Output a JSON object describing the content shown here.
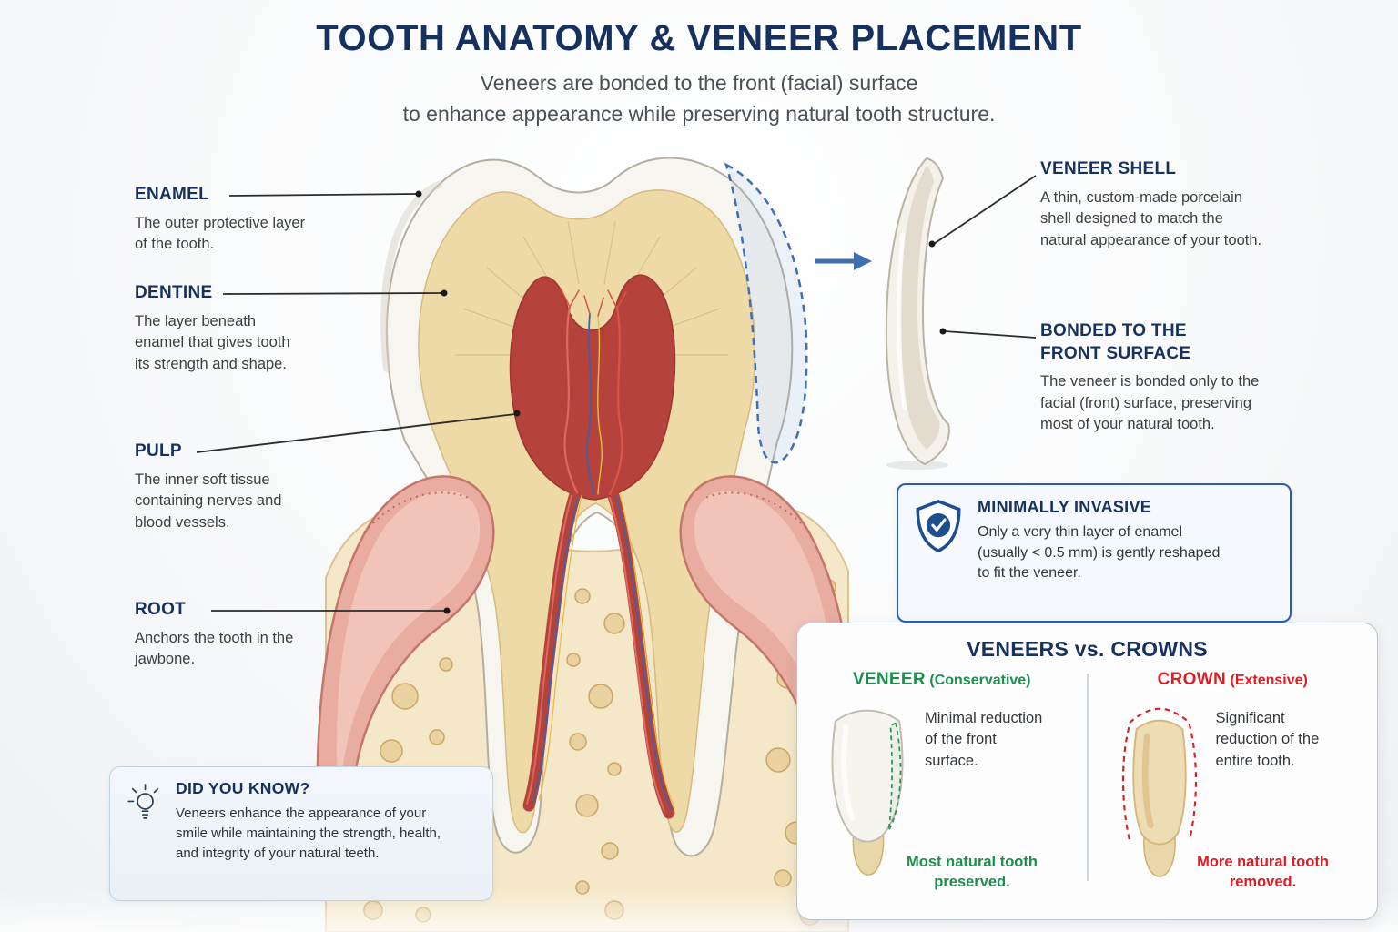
{
  "header": {
    "title": "TOOTH ANATOMY & VENEER PLACEMENT",
    "subtitle_line1": "Veneers are bonded to the front (facial) surface",
    "subtitle_line2": "to enhance appearance while preserving natural tooth structure."
  },
  "anatomy_labels": {
    "enamel": {
      "title": "ENAMEL",
      "body": "The outer protective layer of the tooth."
    },
    "dentine": {
      "title": "DENTINE",
      "body": "The layer beneath enamel that gives tooth its strength and shape."
    },
    "pulp": {
      "title": "PULP",
      "body": "The inner soft tissue containing nerves and blood vessels."
    },
    "root": {
      "title": "ROOT",
      "body": "Anchors the tooth in the jawbone."
    }
  },
  "veneer_labels": {
    "shell": {
      "title": "VENEER SHELL",
      "body": "A thin, custom-made porcelain shell designed to match the natural appearance of your tooth."
    },
    "bonded": {
      "title": "BONDED TO THE FRONT SURFACE",
      "body": "The veneer is bonded only to the facial (front) surface, preserving most of your natural tooth."
    }
  },
  "callout": {
    "icon": "shield-check-icon",
    "title": "MINIMALLY INVASIVE",
    "body": "Only a very thin layer of enamel (usually < 0.5 mm) is gently reshaped to fit the veneer."
  },
  "comparison": {
    "title": "VENEERS vs. CROWNS",
    "veneer": {
      "name": "VENEER",
      "qualifier": "(Conservative)",
      "body": "Minimal reduction of the front surface.",
      "footnote": "Most natural tooth preserved."
    },
    "crown": {
      "name": "CROWN",
      "qualifier": "(Extensive)",
      "body": "Significant reduction of the entire tooth.",
      "footnote": "More natural tooth removed."
    }
  },
  "did_you_know": {
    "icon": "lightbulb-icon",
    "title": "DID YOU KNOW?",
    "body": "Veneers enhance the appearance of your smile while maintaining the strength, health, and integrity of your natural teeth."
  },
  "colors": {
    "navy": "#17315e",
    "green": "#1e8e4d",
    "red": "#d81f26",
    "accent_blue": "#2b5fa8"
  }
}
